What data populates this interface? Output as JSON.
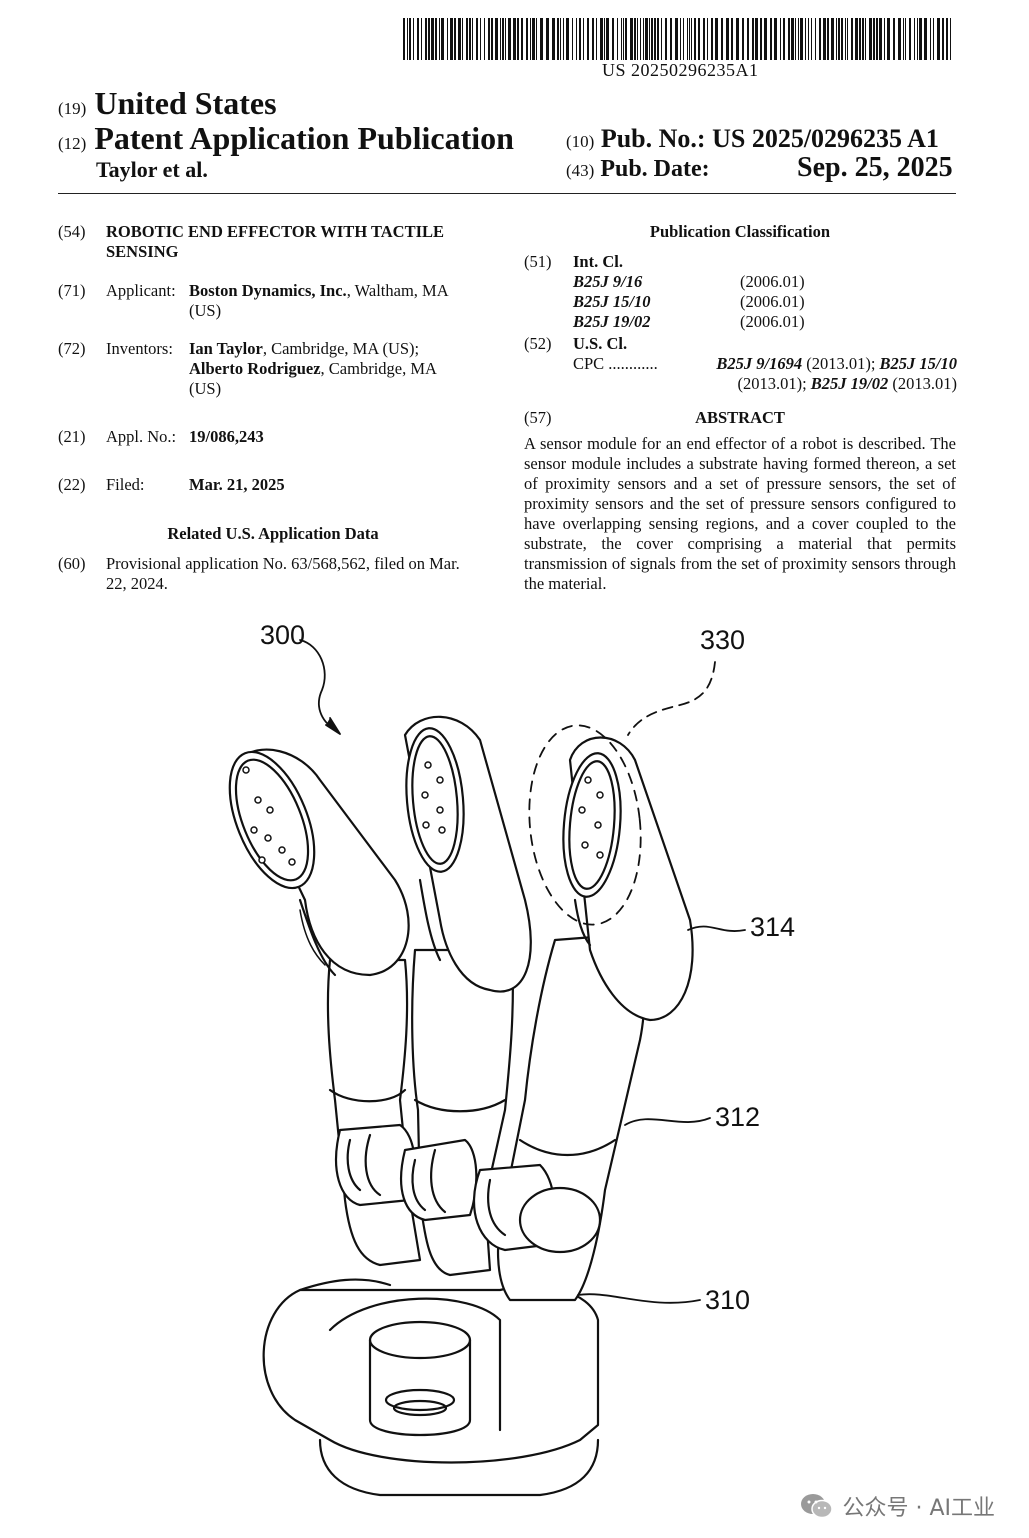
{
  "header": {
    "document_number": "US 20250296235A1",
    "country_code": "(19)",
    "country": "United States",
    "type_code": "(12)",
    "publication_type": "Patent Application Publication",
    "authors": "Taylor et al.",
    "pub_no_code": "(10)",
    "pub_no_label": "Pub. No.:",
    "pub_no_value": "US 2025/0296235 A1",
    "pub_date_code": "(43)",
    "pub_date_label": "Pub. Date:",
    "pub_date_value": "Sep. 25, 2025"
  },
  "left": {
    "title_code": "(54)",
    "title_line1": "ROBOTIC END EFFECTOR WITH TACTILE",
    "title_line2": "SENSING",
    "applicant_code": "(71)",
    "applicant_label": "Applicant:",
    "applicant_name": "Boston Dynamics, Inc.",
    "applicant_loc1": ", Waltham, MA",
    "applicant_loc2": "(US)",
    "inventors_code": "(72)",
    "inventors_label": "Inventors:",
    "inventor1_name": "Ian Taylor",
    "inventor1_loc": ", Cambridge, MA (US);",
    "inventor2_name": "Alberto Rodriguez",
    "inventor2_loc": ", Cambridge, MA",
    "inventor2_loc2": "(US)",
    "appl_code": "(21)",
    "appl_label": "Appl. No.:",
    "appl_value": "19/086,243",
    "filed_code": "(22)",
    "filed_label": "Filed:",
    "filed_value": "Mar. 21, 2025",
    "related_heading": "Related U.S. Application Data",
    "prov_code": "(60)",
    "prov_line1": "Provisional application No. 63/568,562, filed on Mar.",
    "prov_line2": "22, 2024."
  },
  "right": {
    "classification_heading": "Publication Classification",
    "intcl_code": "(51)",
    "intcl_label": "Int. Cl.",
    "intcl_items": [
      {
        "code": "B25J 9/16",
        "year": "(2006.01)"
      },
      {
        "code": "B25J 15/10",
        "year": "(2006.01)"
      },
      {
        "code": "B25J 19/02",
        "year": "(2006.01)"
      }
    ],
    "uscl_code": "(52)",
    "uscl_label": "U.S. Cl.",
    "cpc_label": "CPC ............",
    "cpc_a": "B25J 9/1694",
    "cpc_a_year": " (2013.01); ",
    "cpc_b": "B25J 15/10",
    "cpc_b_year": "(2013.01); ",
    "cpc_c": "B25J 19/02",
    "cpc_c_year": " (2013.01)",
    "abstract_code": "(57)",
    "abstract_heading": "ABSTRACT",
    "abstract_text": "A sensor module for an end effector of a robot is described. The sensor module includes a substrate having formed thereon, a set of proximity sensors and a set of pressure sensors, the set of proximity sensors and the set of pressure sensors configured to have overlapping sensing regions, and a cover coupled to the substrate, the cover comprising a material that permits transmission of signals from the set of proximity sensors through the material."
  },
  "drawing": {
    "ref_300": "300",
    "ref_330": "330",
    "ref_314": "314",
    "ref_312": "312",
    "ref_310": "310"
  },
  "watermark": {
    "text": "公众号 · AI工业",
    "icon": "wechat-icon"
  }
}
